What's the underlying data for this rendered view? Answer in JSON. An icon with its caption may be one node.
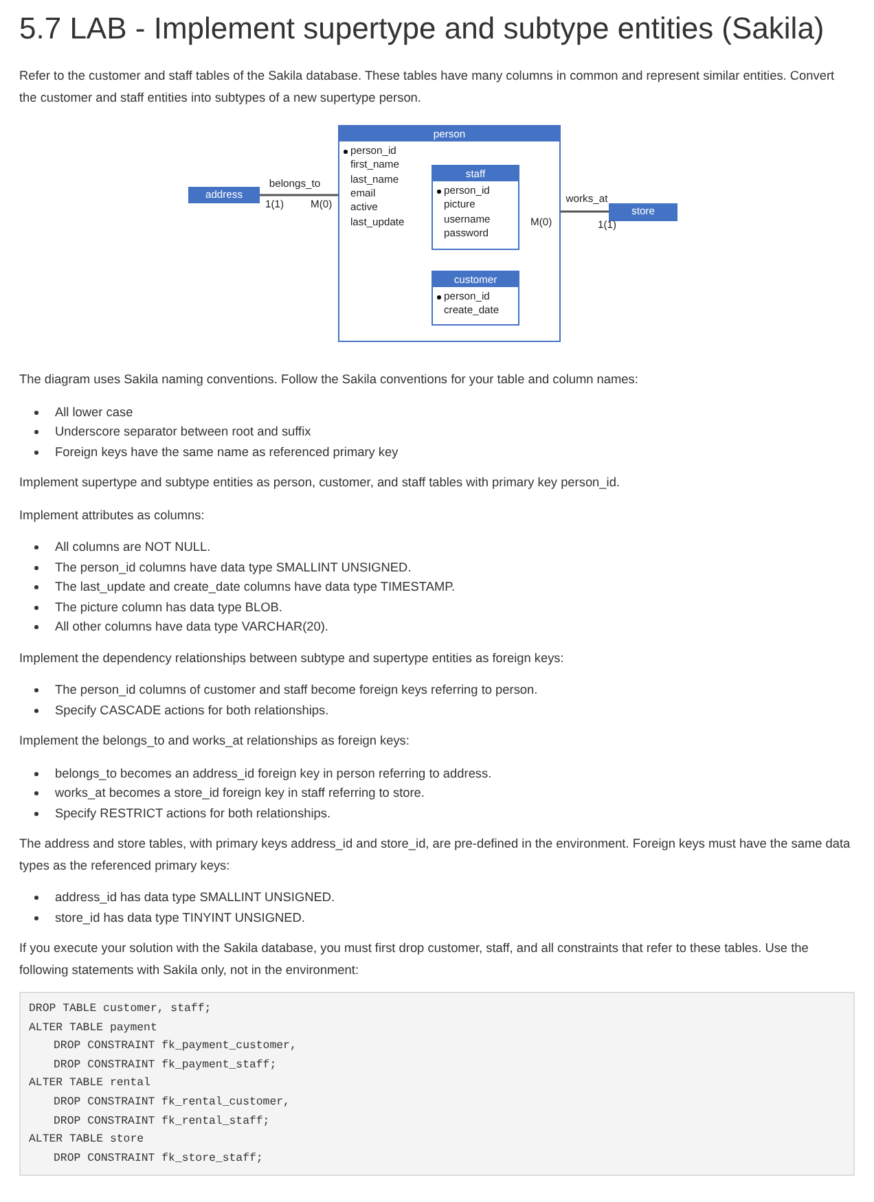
{
  "diagram": {
    "title": "5.7 LAB - Implement supertype and subtype entities (Sakila)",
    "nodes": [
      {
        "text": [
          "address"
        ]
      },
      {
        "text": [
          "person",
          "person_id",
          "first_name",
          "last_name",
          "email",
          "active",
          "last_update"
        ]
      },
      {
        "text": [
          "staff",
          "person_id",
          "picture",
          "username",
          "password"
        ],
        "in": 1
      },
      {
        "text": [
          "customer",
          "person_id",
          "create_date"
        ],
        "in": 1
      },
      {
        "text": [
          "store"
        ]
      }
    ],
    "edges": [
      {
        "from": 0,
        "to": 1,
        "arrow": "none",
        "label": "belongs_to"
      },
      {
        "from": 2,
        "to": 4,
        "arrow": "none",
        "label": "works_at"
      }
    ],
    "labels": [
      "Refer to the customer and staff tables of the Sakila database. These tables have many columns in common and represent similar entities. Convert the customer and staff entities into subtypes of a new supertype person.",
      "1(1)",
      "M(0)",
      "M(0)",
      "1(1)",
      "The diagram uses Sakila naming conventions. Follow the Sakila conventions for your table and column names:",
      "All lower case",
      "Underscore separator between root and suffix",
      "Foreign keys have the same name as referenced primary key",
      "Implement supertype and subtype entities as person, customer, and staff tables with primary key person_id.",
      "Implement attributes as columns:",
      "All columns are NOT NULL.",
      "The person_id columns have data type SMALLINT UNSIGNED.",
      "The last_update and create_date columns have data type TIMESTAMP.",
      "The picture column has data type BLOB.",
      "All other columns have data type VARCHAR(20).",
      "Implement the dependency relationships between subtype and supertype entities as foreign keys:",
      "The person_id columns of customer and staff become foreign keys referring to person.",
      "Specify CASCADE actions for both relationships.",
      "Implement the belongs_to and works_at relationships as foreign keys:",
      "belongs_to becomes an address_id foreign key in person referring to address.",
      "works_at becomes a store_id foreign key in staff referring to store.",
      "Specify RESTRICT actions for both relationships.",
      "The address and store tables, with primary keys address_id and store_id, are pre-defined in the environment. Foreign keys must have the same data types as the referenced primary keys:",
      "address_id has data type SMALLINT UNSIGNED.",
      "store_id has data type TINYINT UNSIGNED.",
      "If you execute your solution with the Sakila database, you must first drop customer, staff, and all constraints that refer to these tables. Use the following statements with Sakila only, not in the environment:",
      "DROP TABLE customer, staff;",
      "ALTER TABLE payment",
      "DROP CONSTRAINT fk_payment_customer,",
      "DROP CONSTRAINT fk_payment_staff;",
      "ALTER TABLE rental",
      "DROP CONSTRAINT fk_rental_customer,",
      "DROP CONSTRAINT fk_rental_staff;",
      "ALTER TABLE store",
      "DROP CONSTRAINT fk_store_staff;"
    ]
  }
}
